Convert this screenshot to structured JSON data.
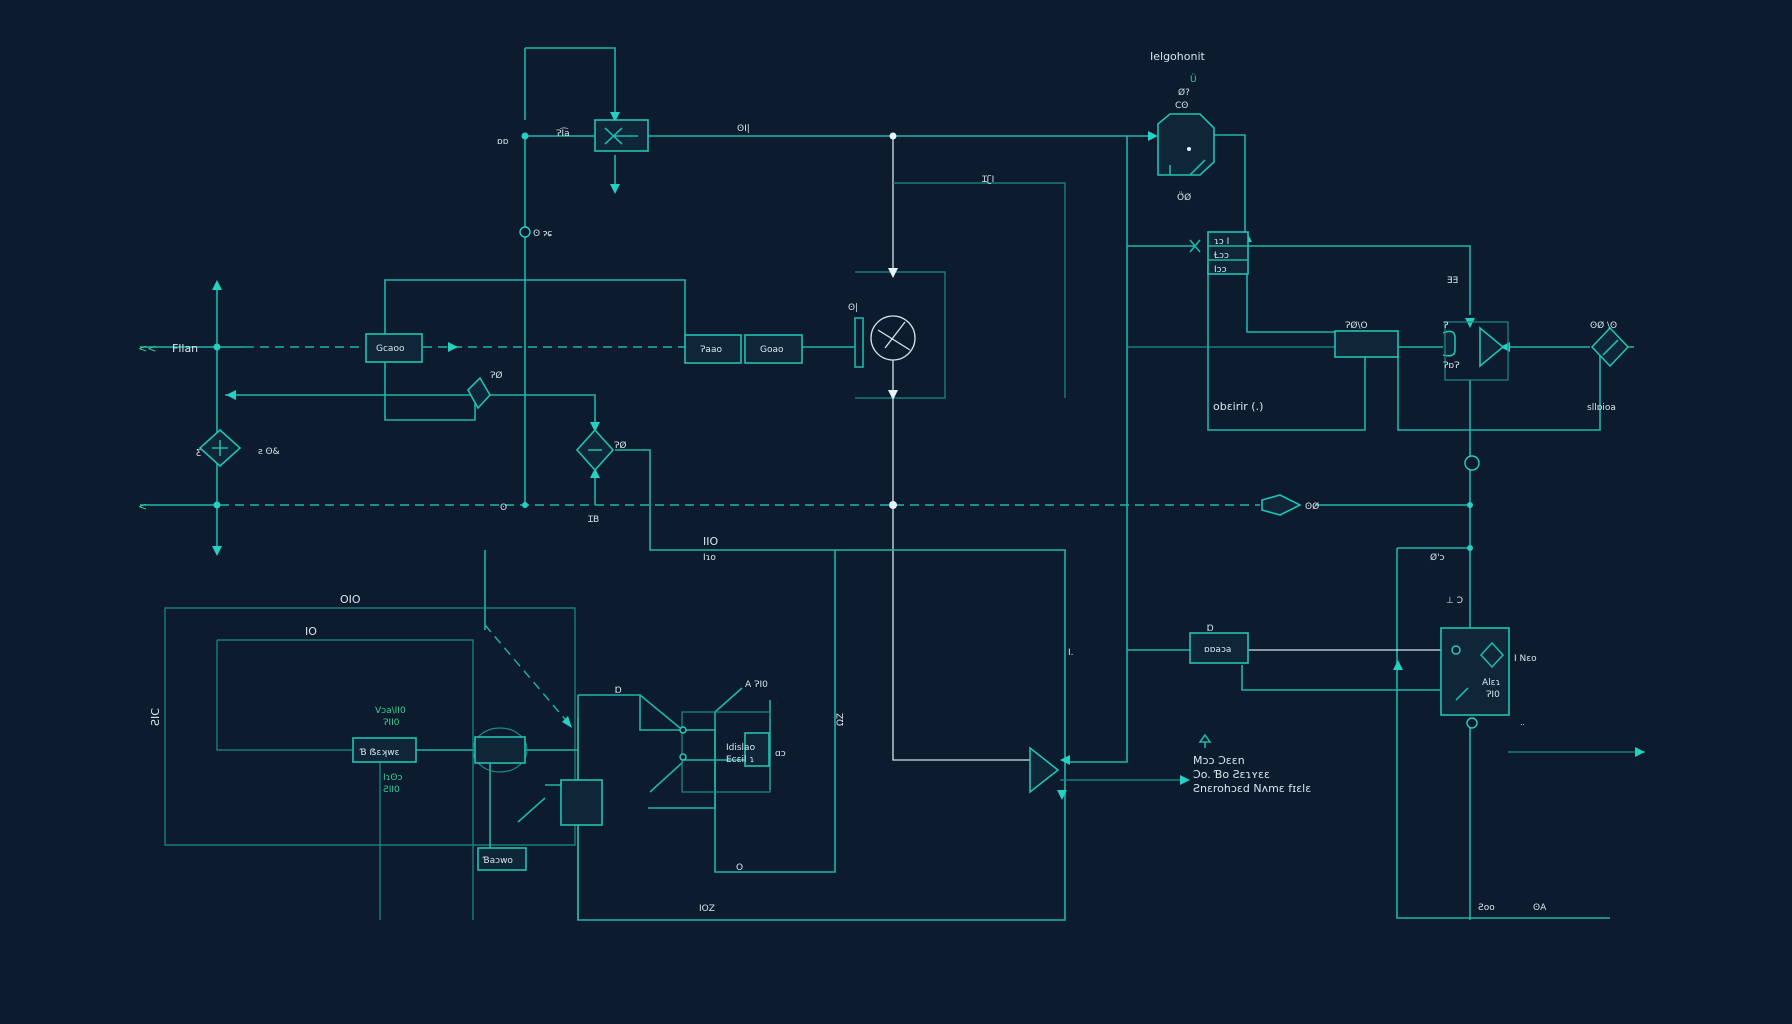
{
  "labels": {
    "top_right_title": "Ielgohonit",
    "top_right_sub1": "Ü",
    "top_right_sub2": "Ø?",
    "top_right_sub3": "Cʘ",
    "top_right_sub4": "Ö̈Ø",
    "left_top_tag": "ɒɒ",
    "node_plus": "ʘ ɂɕ",
    "switch_label": "ɁI͡a",
    "top_wire_label": "ʘI|",
    "mid_top_label": "ꞮʗI",
    "transistor_label": "ʘ|",
    "left_input": "Fllan",
    "left_input_arrow": "<<",
    "left_diamond_label": "ƨ ʘ&",
    "left_diamond_tag": "ƹ",
    "left_lower_input": "<",
    "box_a": "Gcaoo",
    "box_b": "Ɂaao",
    "box_c": "Goao",
    "diode_tag": "ɁØ",
    "center_diamond_tag": "ɁØ",
    "center_vert_tag": "ꞮB",
    "node_low_label": "ʘ",
    "mid_label_1": "IIO",
    "mid_label_2": "Iɿo",
    "bottom_label_010": "OIO",
    "bottom_label_10": "IO",
    "left_side_label": "ƧIC",
    "green_label_1": "Vɔa\\II0",
    "green_label_2": "ɁII0",
    "sensor_box": "Ɓ ẞɛʞwɛ",
    "green_label_3": "Iɿʘɔ",
    "green_label_4": "ƧII0",
    "small_box_bottom": "Ɓaɔwo",
    "label_d": "Ɒ",
    "label_a0": "A ɁI0",
    "lower_box_label_1": "Idislao",
    "lower_box_label_2": "Ecɛil ɿ",
    "lower_side_tag": "ɑɔ",
    "vertical_label_20": "ΩZ",
    "bottom_o": "O",
    "bottom_label_102": "IOZ",
    "amp_tag": "I.",
    "right_upper_box_1": "ɿɔ I",
    "right_upper_box_2": "Ɫɔɔ",
    "right_upper_box_3": "Iɔɔ",
    "right_label_ee": "ƎƎ",
    "right_label_ao": "ɁØ\\O",
    "right_coil_label": "ɁɒɁ",
    "right_tag_0": "Ɂ",
    "far_right_label": "ʘØ \\ʘ",
    "right_obtain": "obɛirir (.)",
    "far_right_sub": "sllɒioa",
    "right_diode_label": "ʘØ",
    "right_lower_tag": "Ø'ɔ",
    "right_box_d_label": "Ɒ",
    "right_box_d_inner": "ɒɒaɔa",
    "right_tt": "⊥ Ɔ",
    "right_chip_label_1": "Alɛɿ",
    "right_chip_label_2": "ɁI0",
    "right_chip_side": "I Nɛo",
    "right_arrow_small": "ᐧᐧ",
    "legend_line_1": "Mɔɔ Ɔɛɛn",
    "legend_line_2": "Ɔo. Ɓo Ƨɛɿʏɛɛ",
    "legend_line_3": "Ƨnɛrohɔɛd Nʌmɛ fɪɛlɛ",
    "bottom_right_1": "Ƨoo",
    "bottom_right_2": "ʘA"
  },
  "colors": {
    "background": "#0c1c2e",
    "wire": "#1fb5a8",
    "text": "#d9e6ee",
    "accent_green": "#2fd39a"
  }
}
